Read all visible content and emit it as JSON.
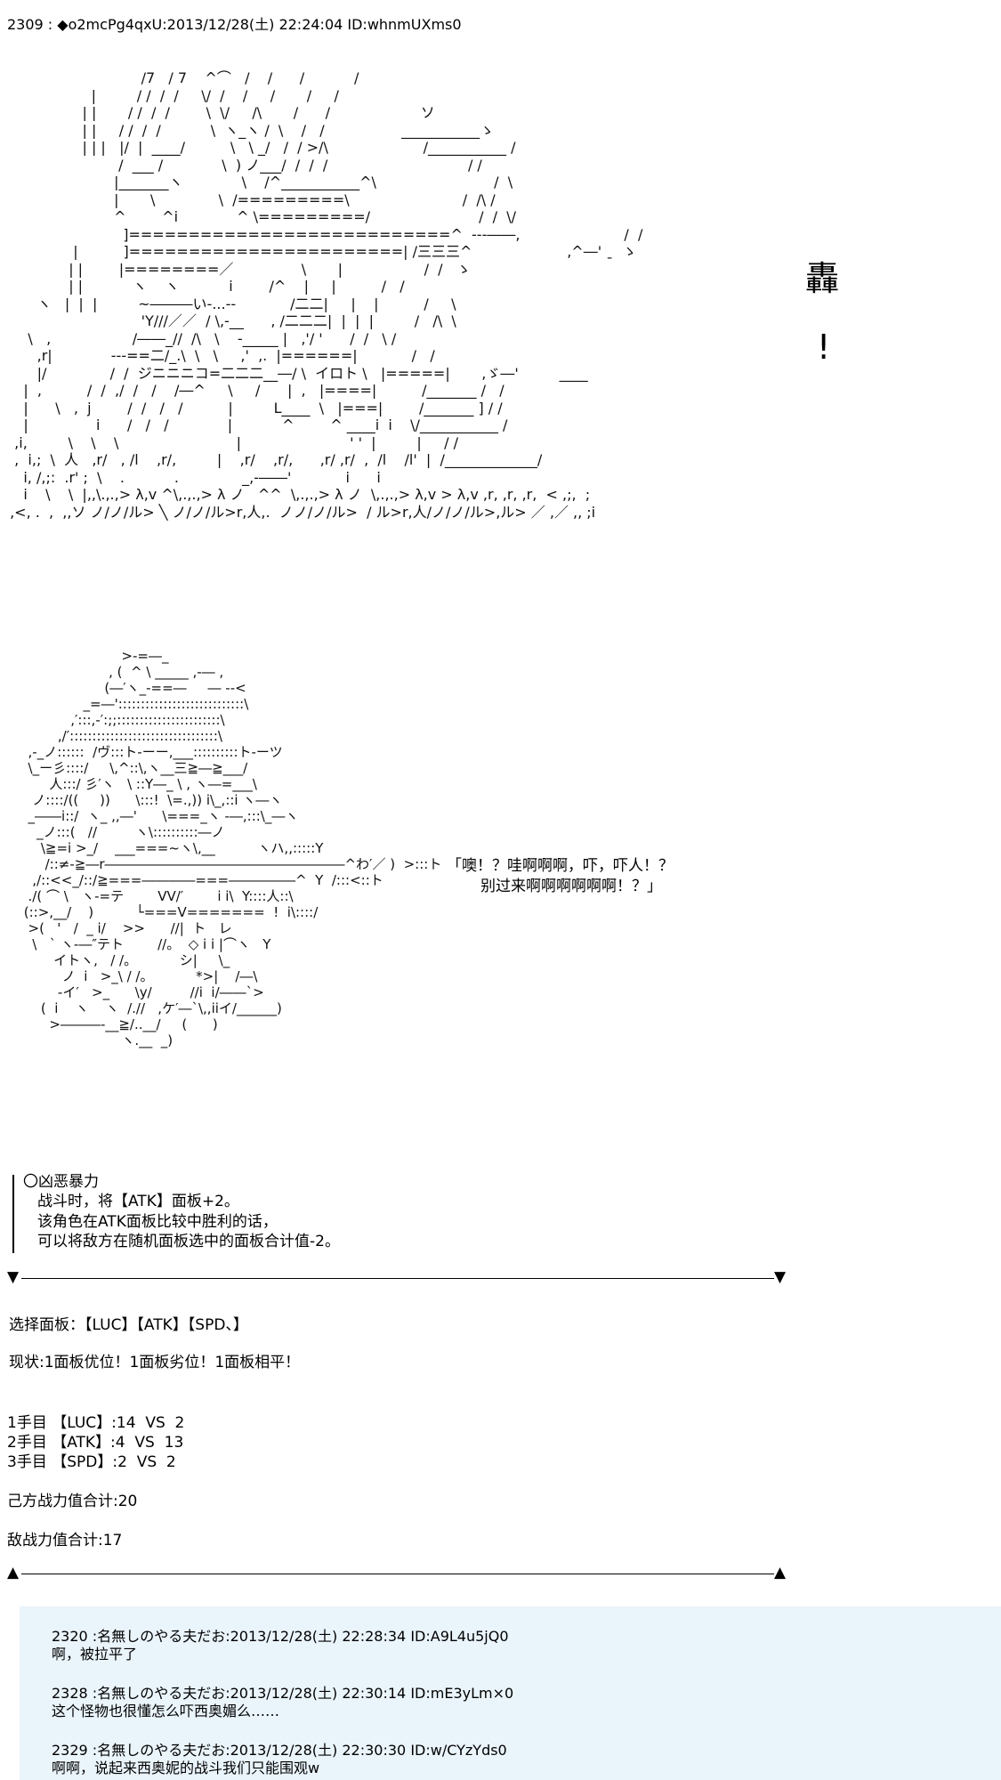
{
  "post": {
    "header": "2309 : ◆o2mcPg4qxU:2013/12/28(土) 22:24:04 ID:whnmUXms0"
  },
  "sfx": {
    "char": "轟",
    "exclaim": "!"
  },
  "speech": {
    "line1": "「噢！？哇啊啊啊，吓，吓人！？",
    "line2": "别过来啊啊啊啊啊啊！？」"
  },
  "skill": {
    "title": "〇凶恶暴力",
    "lines": [
      "战斗时，将【ATK】面板+2。",
      "该角色在ATK面板比较中胜利的话，",
      "可以将敌方在随机面板选中的面板合计值-2。"
    ]
  },
  "battle": {
    "arrow_down": "▼",
    "arrow_up": "▲",
    "selection": "选择面板：【LUC】【ATK】【SPD、】",
    "status": "现状:1面板优位！1面板劣位！1面板相平！",
    "rounds": [
      "1手目 【LUC】:14  VS  2",
      "2手目 【ATK】:4  VS  13",
      "3手目 【SPD】:2  VS  2"
    ],
    "own_total": "己方战力值合计:20",
    "enemy_total": "敌战力值合计:17"
  },
  "replies": [
    {
      "header": "2320 :名無しのやる夫だお:2013/12/28(土) 22:28:34 ID:A9L4u5jQ0",
      "body": "啊，被拉平了"
    },
    {
      "header": "2328 :名無しのやる夫だお:2013/12/28(土) 22:30:14 ID:mE3yLm×0",
      "body": "这个怪物也很懂怎么吓西奥媚么……"
    },
    {
      "header": "2329 :名無しのやる夫だお:2013/12/28(土) 22:30:30 ID:w/CYzYds0",
      "body": "啊啊，说起来西奥妮的战斗我们只能围观w"
    }
  ],
  "ascii_art": {
    "explosion": [
      "                              /7   / 7    ^⌒   /    /      /           /",
      "                   |         / /  /  /     \\/  /    /     /       /     /",
      "                 | |       / /  /  /        \\  \\/     /\\       /      /                    ソ",
      "                 | |     / /  /  /           \\  ヽ_ヽ /  \\    /   /                 ___________ゝ",
      "                 | | |   |/  |  ____/          \\   \\ _/   /  / >/\\                     /___________ /",
      "                         /  ___ /             \\  ) ノ___/  /  /  /                               / /",
      "                        |_______ヽ             \\    /^___________^\\                          /  \\",
      "                        |       \\              \\  /=========\\                         /  /\\ /",
      "                        ^        ^i             ^ \\=========/                        /  /  \\/",
      "                          ]===========================^  ---――,                       /  /",
      "               |          ]=======================| /三三三^                     ,^―' ˍ  ゝ",
      "              | |        |========／               \\       |                  /  /   ゝ",
      "              | |           ヽ    ヽ           i        /^    |     |          /   /",
      "       ヽ   |  |  |         ~―――い-...--            /二二|     |    |          /     \\",
      "                              'Y///／／  / \\,-__      , /二二二|  |  |  |         /   /\\  \\",
      "     \\   ,                  /――_//  /\\   \\    -_____ |   ,'/ '      /  /   \\ /",
      "       ,r|             ---==二/_.\\  \\   \\     ,'  ,.  |======|            /   /",
      "       |/              /  /  ジニニニコ=二二二__―/ \\  イロト \\   |=====|       ,ゞ―'         ____",
      "    |  ,          /  /  ,/  /   /    /―^     \\     /      |  ,   |====|          /_______ /   /",
      "    |      \\   ,  j        /  /   /   /          |         L____  \\   |===|        /_______ ] / /",
      "    |               i      /   /   /             |           ^        ^ ____i  i    \\/___________ /",
      "  ,i,         \\    \\    \\                          |                        ' '  |         |     / /",
      "  ,  i,;  \\  人   ,r/   , /l    ,r/,         |    ,r/    ,r/,      ,r/ ,r/  ,  /l    /l'  |  /_____________/",
      "    i, /,;:  .r' ;  \\    .           .              _,-――'            i      i",
      "    i    \\    \\  |,,\\.,.,> λ,v ^\\,.,.,> λ ノ   ^^  \\,.,.,> λ ノ  \\,.,.,> λ,v > λ,v ,r, ,r, ,r,  < ,;,  ;",
      " ,<, .  ,  ,,ソ ノ/ノ/ル> ╲ ノ/ノ/ル>r,人,.  ノノ/ノ/ル>  / ル>r,人/ノ/ノ/ル>,ル> ／ ,／ ,, ;i"
    ],
    "creature": [
      "                        >-=―_",
      "                     , (  ^ \\ _____ ,-― ,",
      "                    (―′ヽ_-==―     ― --<",
      "               _=―'::::::::::::::::::::::::::::\\",
      "            ,′:::,-′:;;:::::::::::::::::::::::\\",
      "         ,/′:::::::::::::::::::::::::::::::::\\",
      "  ,-_ノ::::::  /ヴ:::ト-ーー,___::::::::::ト-ーツ",
      "  \\_ー彡::::/     \\,^::\\,ヽ__三≧―≧___/",
      "       人:::/ 彡′ヽ   \\ ::Y―_ \\ , ヽ―=___\\",
      "   ノ::::/((     ))      \\:::!  \\=.,)) i\\_,::i ヽ―ヽ",
      "  _――i::/  ヽ_ ,,―'      \\===_ヽ -―,:::\\_―ヽ",
      "    _ノ:::(   //         ヽ\\::::::::::―ノ",
      "     \\≧=i >_/    ___===~ヽ\\,__          ヽハ,,:::::Y",
      "      /::≠-≧―r――――――――――――――――――^わ′／ )  >:::ト",
      "   ,/::<<_/::/≧===――――===―――――^  Y  /:::<::ト",
      "  ./( ⌒ \\   ヽ-=テ        VV/′        i i\\  Y::::人::\\",
      " (::>,__/    )          └===V=======  !  i\\::::/",
      "  >(   '   /  _ i/    >>      //|  ト   レ",
      "   \\   ` ヽ-―″テト        //。  ◇ i i |⌒ヽ   Y",
      "        イトヽ,   / /。          シ|     \\_",
      "          ノ  i   >_\\ / /。          *>|    /―\\",
      "         -イ′   >_      \\y/         //i  i/――`>",
      "     (  i    ヽ    ヽ  /.//   ,ケ′―`\\,,iiイ/______)",
      "       >―――-__≧/..__/     (      )",
      "                        ヽ.__  _)"
    ]
  }
}
